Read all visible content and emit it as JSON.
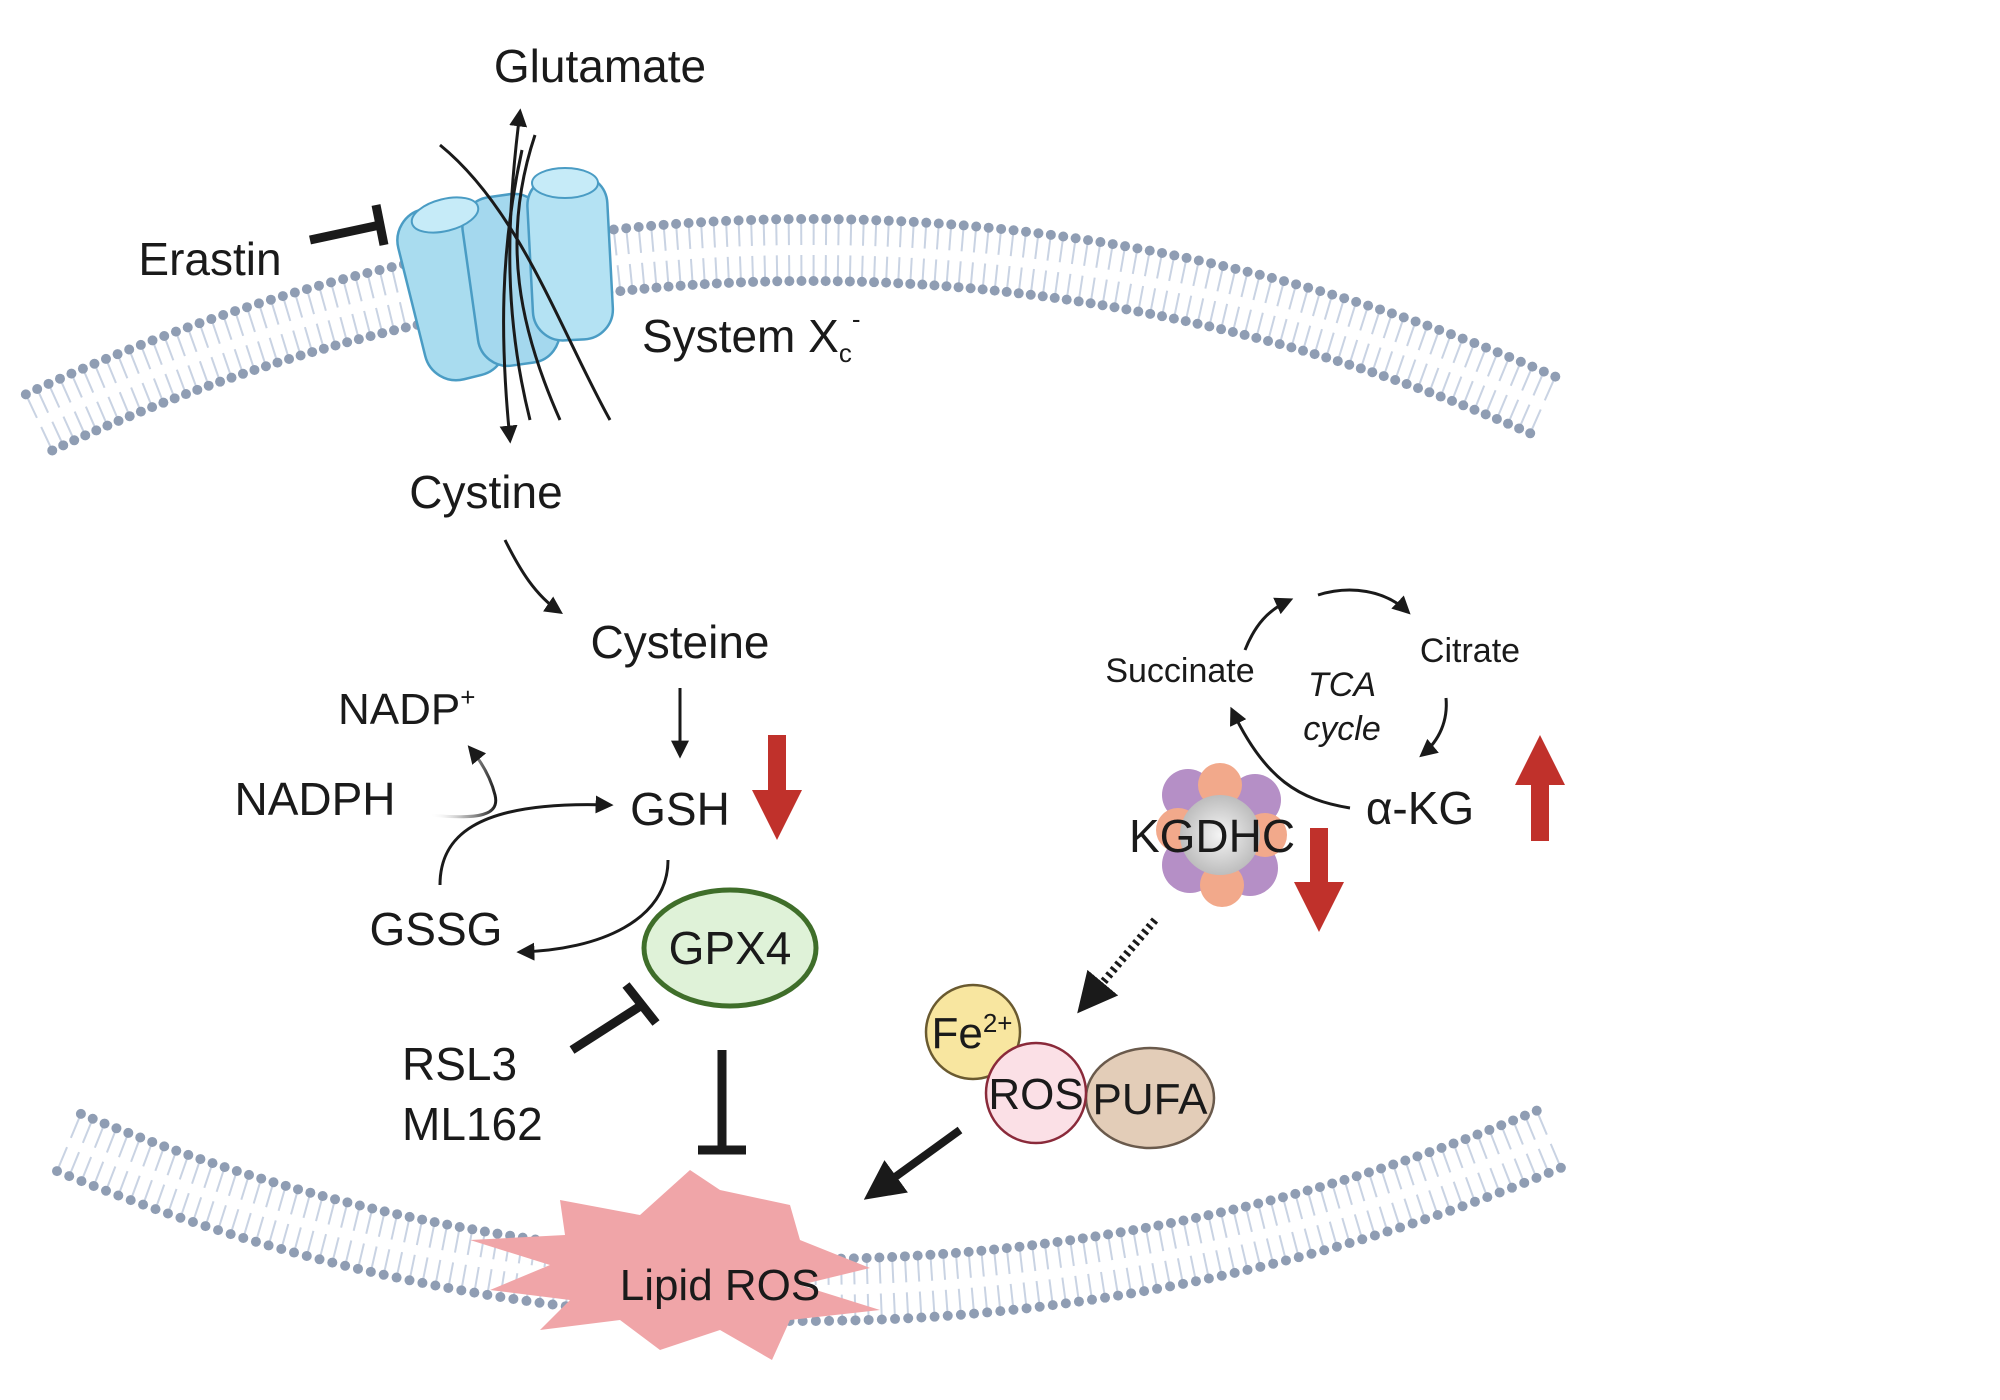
{
  "labels": {
    "glutamate": "Glutamate",
    "erastin": "Erastin",
    "system_xc": "System X",
    "system_xc_sub": "c",
    "system_xc_sup": "-",
    "cystine": "Cystine",
    "cysteine": "Cysteine",
    "nadp": "NADP",
    "nadp_sup": "+",
    "nadph": "NADPH",
    "gsh": "GSH",
    "gssg": "GSSG",
    "gpx4": "GPX4",
    "rsl3": "RSL3",
    "ml162": "ML162",
    "succinate": "Succinate",
    "citrate": "Citrate",
    "tca_line1": "TCA",
    "tca_line2": "cycle",
    "akg": "α-KG",
    "kgdhc": "KGDHC",
    "fe": "Fe",
    "fe_sup": "2+",
    "ros": "ROS",
    "pufa": "PUFA",
    "lipid_ros": "Lipid ROS"
  },
  "colors": {
    "membrane_head": "#8f9db3",
    "membrane_tail": "#c9d3e3",
    "transporter_fill": "#a9dcef",
    "transporter_stroke": "#4a9cc4",
    "arrow": "#1a1a1a",
    "down_arrow": "#c0312b",
    "up_arrow": "#c0312b",
    "gpx4_fill": "#dff2d8",
    "gpx4_stroke": "#3f6e2a",
    "fe_fill": "#f8e6a0",
    "ros_fill": "#fbe0e6",
    "pufa_fill": "#e3cdb8",
    "lipid_ros_fill": "#f0a5a8"
  },
  "indicators": {
    "gsh": "down",
    "akg": "up",
    "kgdhc": "down"
  }
}
